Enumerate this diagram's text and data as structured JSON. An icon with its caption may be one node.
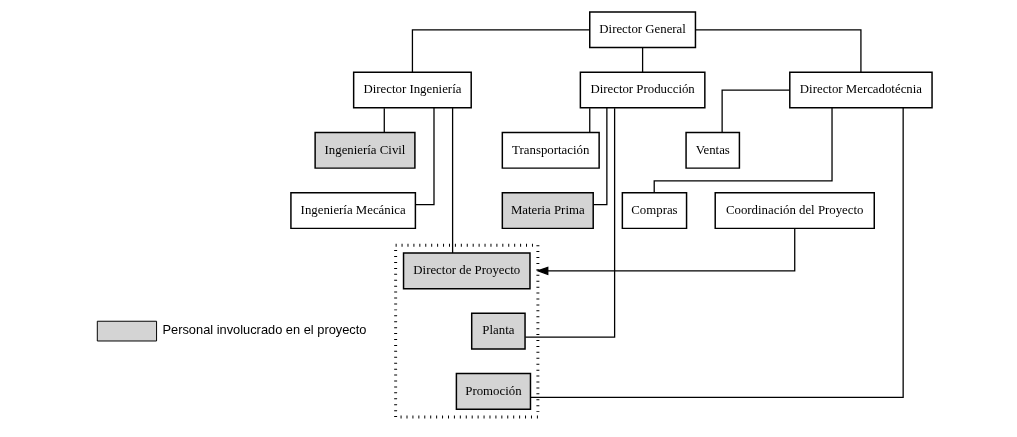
{
  "diagram": {
    "nodes": [
      {
        "text": [
          "Director General"
        ]
      },
      {
        "text": [
          "Director Ingeniería"
        ]
      },
      {
        "text": [
          "Director Producción"
        ]
      },
      {
        "text": [
          "Director Mercadotécnia"
        ]
      },
      {
        "text": [
          "Ingeniería Civil"
        ]
      },
      {
        "text": [
          "Transportación"
        ]
      },
      {
        "text": [
          "Ventas"
        ]
      },
      {
        "text": [
          "Coordinación del Proyecto"
        ]
      },
      {
        "text": [
          "Ingeniería Mecánica"
        ]
      },
      {
        "text": [
          "Materia Prima"
        ]
      },
      {
        "text": [
          "Compras"
        ]
      },
      {
        "text": [],
        "shape": "box"
      },
      {
        "text": [
          "Director de Proyecto"
        ],
        "in": 11
      },
      {
        "text": [
          "Planta"
        ],
        "in": 11
      },
      {
        "text": [
          "Promoción"
        ],
        "in": 11
      }
    ],
    "edges": [
      {
        "from": 0,
        "to": 1,
        "arrow": "none"
      },
      {
        "from": 0,
        "to": 2,
        "arrow": "none"
      },
      {
        "from": 0,
        "to": 3,
        "arrow": "none"
      },
      {
        "from": 1,
        "to": 4,
        "arrow": "none"
      },
      {
        "from": 1,
        "to": 8,
        "arrow": "none"
      },
      {
        "from": 1,
        "to": 12,
        "arrow": "none"
      },
      {
        "from": 2,
        "to": 5,
        "arrow": "none"
      },
      {
        "from": 2,
        "to": 9,
        "arrow": "none"
      },
      {
        "from": 2,
        "to": 13,
        "arrow": "none"
      },
      {
        "from": 3,
        "to": 6,
        "arrow": "none"
      },
      {
        "from": 3,
        "to": 10,
        "arrow": "none"
      },
      {
        "from": 3,
        "to": 14,
        "arrow": "none"
      },
      {
        "from": 7,
        "to": 11,
        "arrow": "to"
      }
    ],
    "legend": [
      {
        "text": "Personal involucrado en el proyecto",
        "color": "#d4d4d4"
      }
    ]
  }
}
